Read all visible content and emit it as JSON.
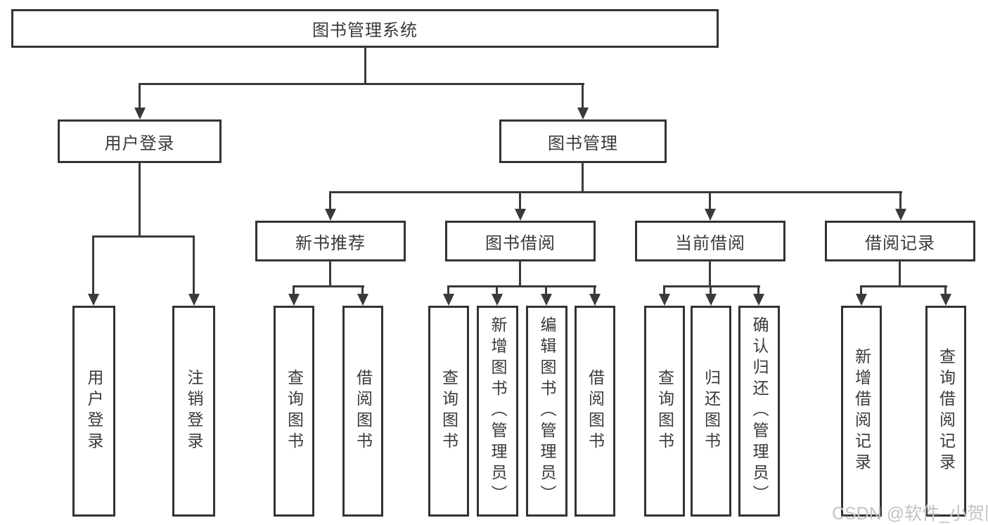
{
  "tree": {
    "label": "图书管理系统",
    "children": [
      {
        "label": "用户登录",
        "children": [
          {
            "label": "用户登录"
          },
          {
            "label": "注销登录"
          }
        ]
      },
      {
        "label": "图书管理",
        "children": [
          {
            "label": "新书推荐",
            "children": [
              {
                "label": "查询图书"
              },
              {
                "label": "借阅图书"
              }
            ]
          },
          {
            "label": "图书借阅",
            "children": [
              {
                "label": "查询图书"
              },
              {
                "label": "新增图书（管理员）"
              },
              {
                "label": "编辑图书（管理员）"
              },
              {
                "label": "借阅图书"
              }
            ]
          },
          {
            "label": "当前借阅",
            "children": [
              {
                "label": "查询图书"
              },
              {
                "label": "归还图书"
              },
              {
                "label": "确认归还（管理员）"
              }
            ]
          },
          {
            "label": "借阅记录",
            "children": [
              {
                "label": "新增借阅记录"
              },
              {
                "label": "查询借阅记录"
              }
            ]
          }
        ]
      }
    ]
  },
  "watermark": {
    "text": "CSDN @软件_小贺同学",
    "color": "#c3c3c3"
  },
  "colors": {
    "line": "#3a3a3a",
    "box_border": "#333333",
    "text": "#3a3a3a",
    "background": "#ffffff"
  }
}
